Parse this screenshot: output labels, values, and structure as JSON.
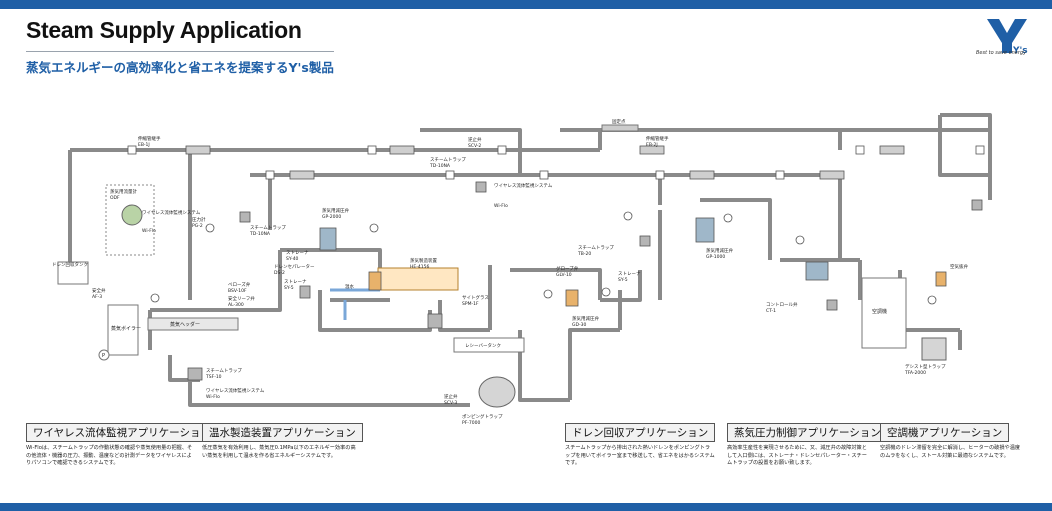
{
  "header": {
    "title": "Steam Supply Application",
    "subtitle": "蒸気エネルギーの高効率化と省エネを提案するY's製品",
    "logo_tagline": "Best to save energy",
    "logo_text": "Y's"
  },
  "colors": {
    "brand_blue": "#1f5fa6",
    "pipe": "#888888",
    "panel_gray": "#f2f2f2"
  },
  "diagram": {
    "labels": {
      "drain_tank": "ドレン回収タンク",
      "safety_valve": "安全弁",
      "safety_valve_model": "AF-3",
      "boiler": "蒸気ボイラー",
      "pump": "P",
      "header": "蒸気ヘッダー",
      "flowmeter": "蒸気用流量計",
      "flowmeter_model": "ODF",
      "wireless": "ワイヤレス流体監視システム",
      "wifio": "Wi-Flo",
      "pressure_gauge": "圧力計",
      "pressure_gauge_model": "PG-2",
      "bellows_valve": "ベローズ弁",
      "bellows_valve_model": "BSV-10F",
      "safety_relief": "安全リーフ弁",
      "safety_relief_model": "AL-300",
      "expansion_joint_1": "伸縮管継手",
      "expansion_joint_1_model": "EB-1J",
      "steam_trap_td": "スチームトラップ",
      "steam_trap_td_model": "TD-10NA",
      "strainer": "ストレーナ",
      "strainer_model": "SY-40",
      "drain_separator": "ドレンセパレーター",
      "drain_separator_model": "DS-2",
      "strainer2": "ストレーナ",
      "strainer2_model": "SY-5",
      "steam_reducing": "蒸気用減圧弁",
      "steam_reducing_model": "GP-2000",
      "hot_water": "温水",
      "steam_heater": "蒸気製造装置",
      "steam_heater_model": "HE-4156",
      "check_valve": "逆止弁",
      "check_valve_model": "SCV-2",
      "steam_trap_top": "スチームトラップ",
      "steam_trap_top_model": "TD-10NA",
      "fixed_point": "固定点",
      "expansion_joint_2": "伸縮管継手",
      "expansion_joint_2_model": "EB-2J",
      "sight_glass": "サイトグラス",
      "sight_glass_model": "SPM-1F",
      "receiver_tank": "レシーバータンク",
      "check_valve_low": "逆止弁",
      "check_valve_low_model": "SCV-3",
      "pumping_trap": "ポンピングトラップ",
      "pumping_trap_model": "PF-7000",
      "steam_trap_tb": "スチームトラップ",
      "steam_trap_tb_model": "TB-20",
      "globe_valve": "グローブ弁",
      "globe_valve_model": "GLV-10",
      "steam_reducing_2": "蒸気用減圧弁",
      "steam_reducing_2_model": "GD-30",
      "strainer3": "ストレーナ",
      "strainer3_model": "SY-5",
      "steam_reducing_3": "蒸気用減圧弁",
      "steam_reducing_3_model": "GP-1000",
      "control_valve": "コントロール弁",
      "control_valve_model": "CT-1",
      "air_conditioner": "空調機",
      "air_vent": "空気抜弁",
      "thermostatic_trap": "デシスト型トラップ",
      "thermostatic_trap_model": "TFA-2000",
      "steam_trap_bottom": "スチームトラップ",
      "steam_trap_bottom_model": "TSF-10",
      "wireless_bottom": "ワイヤレス流体監視システム",
      "wifio_bottom": "Wi-Flo"
    }
  },
  "applications": [
    {
      "title": "ワイヤレス流体監視アプリケーション",
      "desc": "Wi-Floは、スチームトラップの作動状態の確認や蒸気使用量の把握、その他流体・機器の圧力、振動、温度などの計測データをワイヤレスによりパソコンで確認できるシステムです。"
    },
    {
      "title": "温水製造装置アプリケーション",
      "desc": "低圧蒸気を有効利用し、蒸気圧0.1MPa以下のエネルギー効率の高い蒸気を利用して温水を作る省エネルギーシステムです。"
    },
    {
      "title": "ドレン回収アプリケーション",
      "desc": "スチームトラップから排出された熱いドレンをポンピングトラップを用いてボイラー室まで移送して、省エネをはかるシステムです。"
    },
    {
      "title": "蒸気圧力制御アプリケーション",
      "desc": "高効率生産性を実現させるために、又、減圧弁の故障対策として入口側には、ストレーナ・ドレンセパレーター・スチームトラップの設置をお願い致します。"
    },
    {
      "title": "空調機アプリケーション",
      "desc": "空調機のドレン滞留を完全に解消し、ヒーターの破損や温度のムラをなくし、ストール対策に最適なシステムです。"
    }
  ]
}
